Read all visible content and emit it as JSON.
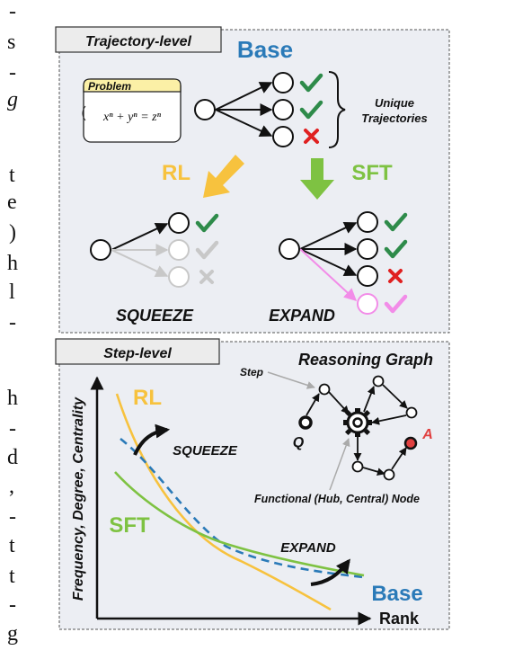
{
  "left_margin_text": [
    "-",
    "s",
    "-",
    "g",
    "t",
    "e",
    ")",
    "h",
    "l",
    "-",
    "h",
    "-",
    "d",
    ",",
    "-",
    "t",
    "t",
    "-",
    "g"
  ],
  "trajectory_panel": {
    "header": "Trajectory-level",
    "base_label": "Base",
    "problem_label": "Problem",
    "problem_equation": "xⁿ + yⁿ = zⁿ",
    "unique_label_line1": "Unique",
    "unique_label_line2": "Trajectories",
    "rl_label": "RL",
    "sft_label": "SFT",
    "squeeze_label": "SQUEEZE",
    "expand_label": "EXPAND"
  },
  "step_panel": {
    "header": "Step-level",
    "graph_title": "Reasoning Graph",
    "step_label": "Step",
    "q_label": "Q",
    "a_label": "A",
    "hub_label": "Functional (Hub, Central) Node",
    "y_axis_label": "Frequency, Degree, Centrality",
    "x_axis_label": "Rank",
    "rl_curve_label": "RL",
    "sft_curve_label": "SFT",
    "base_curve_label": "Base",
    "squeeze_label": "SQUEEZE",
    "expand_label": "EXPAND"
  },
  "colors": {
    "base": "#2a7ab8",
    "rl": "#f7c23e",
    "sft": "#7ec242",
    "check": "#2e8b4a",
    "cross": "#e02020",
    "faded": "#c8c8c8",
    "pink": "#f28ce8",
    "answer": "#e04040",
    "panel_bg": "#eceef3"
  }
}
